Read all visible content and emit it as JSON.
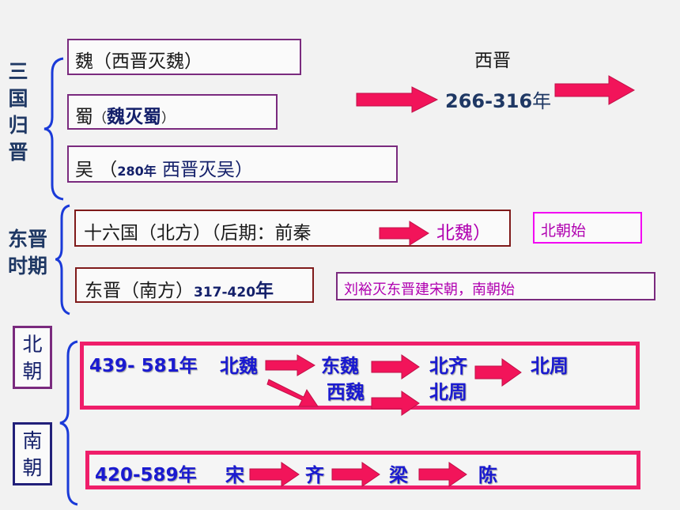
{
  "colors": {
    "arrow_fill": "#f2145a",
    "brace": "#1a3ad8",
    "purple_border": "#7a2a7e",
    "maroon_border": "#7f1a1a",
    "magenta_border": "#f200f2",
    "pink_border": "#ef1e6a",
    "navy_text": "#14206a",
    "blue_text": "#1a1ad0",
    "purple_text": "#b000b0"
  },
  "sidebar": {
    "sanguo": [
      "三",
      "国",
      "归",
      "晋"
    ],
    "dongjin": [
      "东晋",
      "时期"
    ],
    "beichao": [
      "北",
      "朝"
    ],
    "nanchao": [
      "南",
      "朝"
    ]
  },
  "sanguo": {
    "wei": "魏（西晋灭魏）",
    "shu_name": "蜀",
    "shu_paren_open": "（",
    "shu_bold": "魏灭蜀",
    "shu_paren_close": "）",
    "wu_name": "吴 （",
    "wu_year": "280年",
    "wu_rest": " 西晋灭吴）",
    "xijin_title": "西晋",
    "xijin_years_num": "266-316",
    "xijin_years_unit": "年"
  },
  "dongjin_period": {
    "sixteen_kingdoms": "十六国（北方）（后期：前秦",
    "beiwei": "北魏）",
    "beichao_start": "北朝始",
    "dongjin_prefix": "东晋（南方）",
    "dongjin_years_num": "317-420",
    "dongjin_years_unit": "年",
    "nanchao_start": "刘裕灭东晋建宋朝，南朝始"
  },
  "northern_dynasties": {
    "years": "439- 581年",
    "beiwei": "北魏",
    "dongwei": "东魏",
    "xiwei": "西魏",
    "beiqi": "北齐",
    "beizhou_top": "北周",
    "beizhou_bottom": "北周"
  },
  "southern_dynasties": {
    "years": "420-589年",
    "song": "宋",
    "qi": "齐",
    "liang": "梁",
    "chen": "陈"
  }
}
